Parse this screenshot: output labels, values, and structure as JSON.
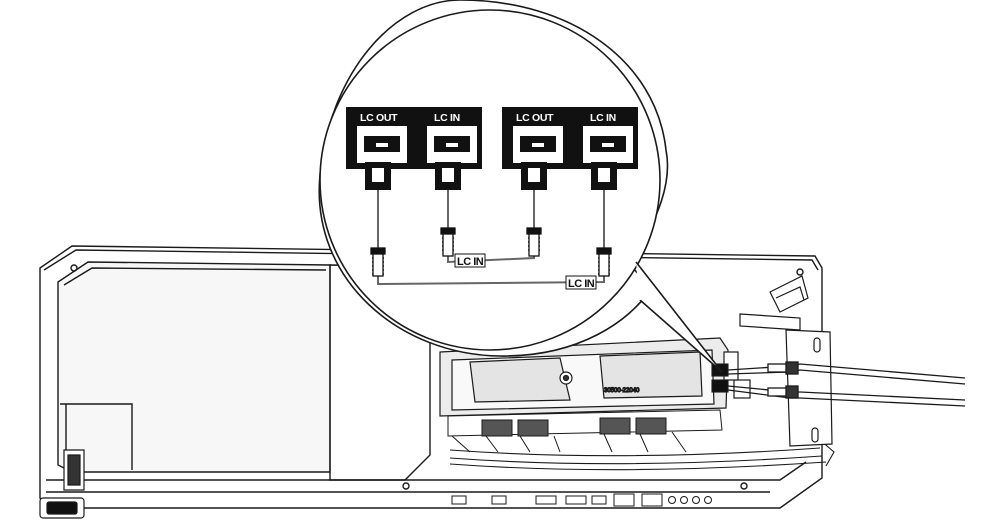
{
  "ports": [
    {
      "id": "port-1",
      "label": "LC OUT"
    },
    {
      "id": "port-2",
      "label": "LC IN"
    },
    {
      "id": "port-3",
      "label": "LC OUT"
    },
    {
      "id": "port-4",
      "label": "LC IN"
    }
  ],
  "cables": [
    {
      "label": "LC IN"
    },
    {
      "label": "LC IN"
    }
  ],
  "board": {
    "part_number": "30500-22040"
  },
  "colors": {
    "stroke": "#1a1a1a",
    "fill": "#ffffff",
    "port_block": "#111111",
    "board_gray": "#e8e8e8"
  }
}
